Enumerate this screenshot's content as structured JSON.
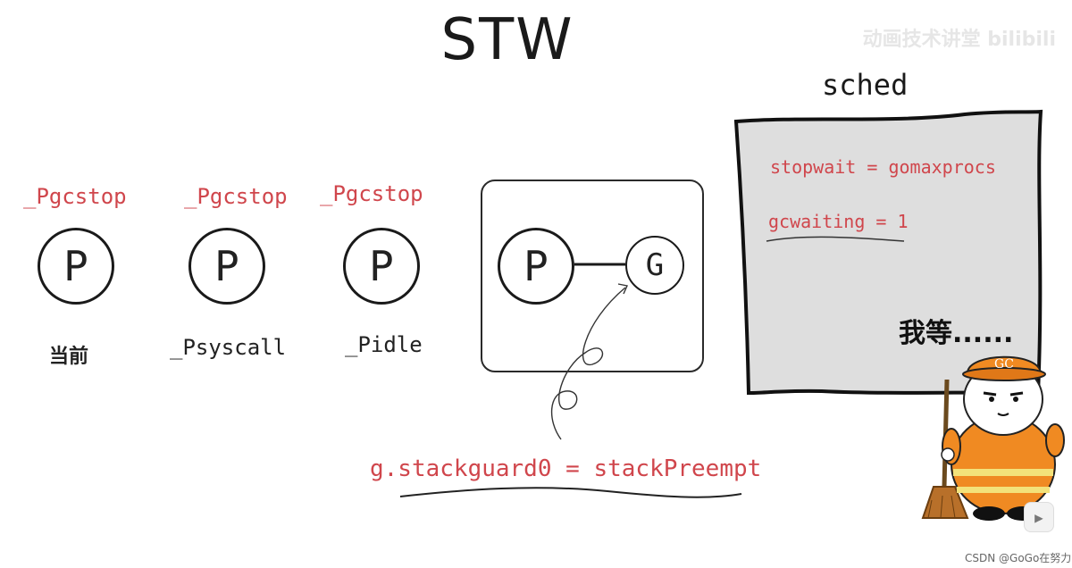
{
  "title": "STW",
  "watermark": "动画技术讲堂 bilibili",
  "processors": [
    {
      "state_top": "_Pgcstop",
      "letter": "P",
      "state_bottom": "当前"
    },
    {
      "state_top": "_Pgcstop",
      "letter": "P",
      "state_bottom": "_Psyscall"
    },
    {
      "state_top": "_Pgcstop",
      "letter": "P",
      "state_bottom": "_Pidle"
    }
  ],
  "running_pair": {
    "p_letter": "P",
    "g_letter": "G"
  },
  "preempt_text": "g.stackguard0 = stackPreempt",
  "sched": {
    "label": "sched",
    "stopwait": "stopwait = gomaxprocs",
    "gcwaiting": "gcwaiting = 1",
    "waiting_text": "我等......",
    "gc_hat_text": "GC"
  },
  "credit": "CSDN @GoGo在努力",
  "colors": {
    "accent_red": "#d0464c",
    "sched_bg": "#dedede",
    "uniform_orange": "#f08a22"
  }
}
